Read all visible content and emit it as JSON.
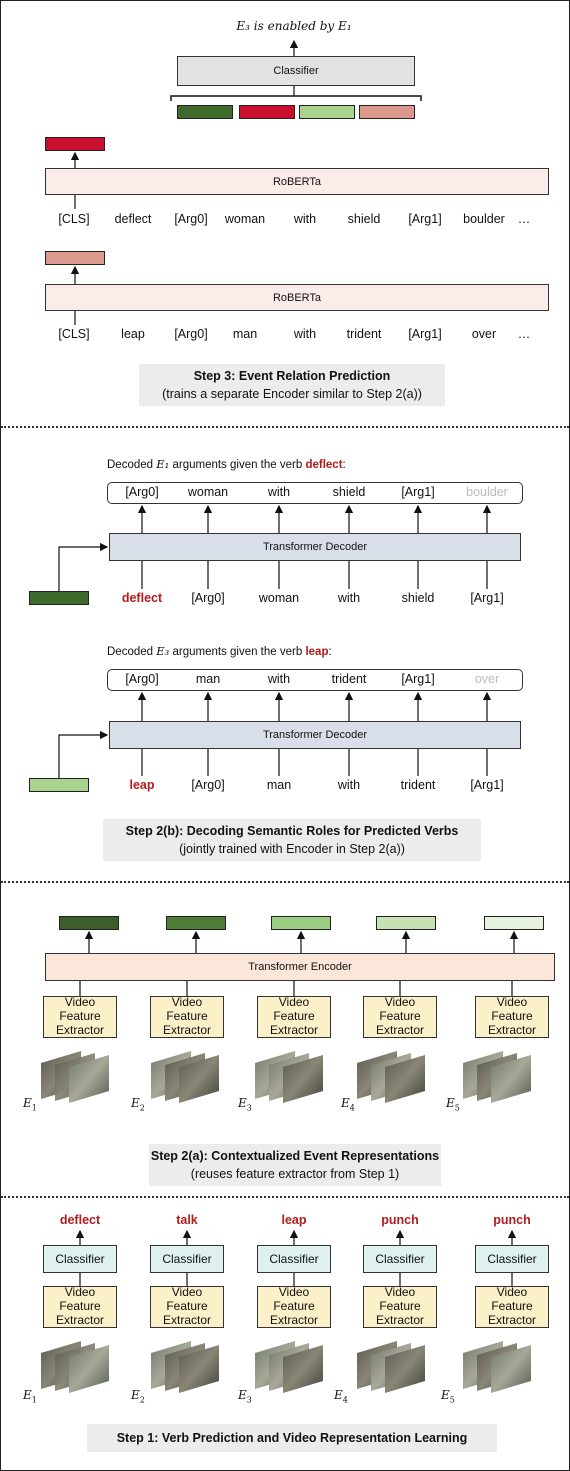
{
  "step3": {
    "output_text": "E₃ is enabled by E₁",
    "classifier_label": "Classifier",
    "encoder_label": "RoBERTa",
    "seq1_tokens": [
      "[CLS]",
      "deflect",
      "[Arg0]",
      "woman",
      "with",
      "shield",
      "[Arg1]",
      "boulder",
      "…"
    ],
    "seq2_tokens": [
      "[CLS]",
      "leap",
      "[Arg0]",
      "man",
      "with",
      "trident",
      "[Arg1]",
      "over",
      "…"
    ],
    "title": "Step 3: Event Relation Prediction",
    "subtitle": "(trains a separate Encoder similar to Step 2(a))",
    "colors": {
      "dark_green": "#3f6a2d",
      "red": "#c8102e",
      "light_green": "#a8d48f",
      "pink": "#dc9a8f"
    }
  },
  "step2b": {
    "caption1_prefix": "Decoded",
    "caption1_var": "E₁",
    "caption1_mid": "arguments given the verb",
    "caption1_verb": "deflect",
    "caption2_prefix": "Decoded",
    "caption2_var": "E₃",
    "caption2_mid": "arguments given the verb",
    "caption2_verb": "leap",
    "decoder_label": "Transformer Decoder",
    "dec1_outputs": [
      "[Arg0]",
      "woman",
      "with",
      "shield",
      "[Arg1]",
      "boulder"
    ],
    "dec1_inputs": [
      "deflect",
      "[Arg0]",
      "woman",
      "with",
      "shield",
      "[Arg1]"
    ],
    "dec2_outputs": [
      "[Arg0]",
      "man",
      "with",
      "trident",
      "[Arg1]",
      "over"
    ],
    "dec2_inputs": [
      "leap",
      "[Arg0]",
      "man",
      "with",
      "trident",
      "[Arg1]"
    ],
    "title": "Step 2(b): Decoding Semantic Roles for Predicted Verbs",
    "subtitle": "(jointly trained with Encoder in Step 2(a))"
  },
  "step2a": {
    "encoder_label": "Transformer Encoder",
    "extractor_label": "Video Feature Extractor",
    "events": [
      "E1",
      "E2",
      "E3",
      "E4",
      "E5"
    ],
    "output_colors": [
      "#3b5e2a",
      "#4f7d37",
      "#9ccc82",
      "#c6e2b4",
      "#e6f2de"
    ],
    "title": "Step 2(a): Contextualized Event Representations",
    "subtitle": "(reuses feature extractor from Step 1)"
  },
  "step1": {
    "verbs": [
      "deflect",
      "talk",
      "leap",
      "punch",
      "punch"
    ],
    "classifier_label": "Classifier",
    "extractor_label": "Video Feature Extractor",
    "events": [
      "E1",
      "E2",
      "E3",
      "E4",
      "E5"
    ],
    "title": "Step 1: Verb Prediction and Video Representation Learning"
  }
}
